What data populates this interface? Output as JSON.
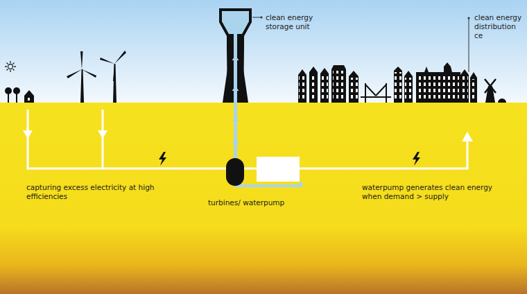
{
  "diagram": {
    "labels": [
      "clean energy storage unit",
      "clean energy distribution ce",
      "capturing excess electricity at high efficiencies",
      "turbines/ waterpump",
      "waterpump generates clean energy when demand > supply"
    ]
  }
}
